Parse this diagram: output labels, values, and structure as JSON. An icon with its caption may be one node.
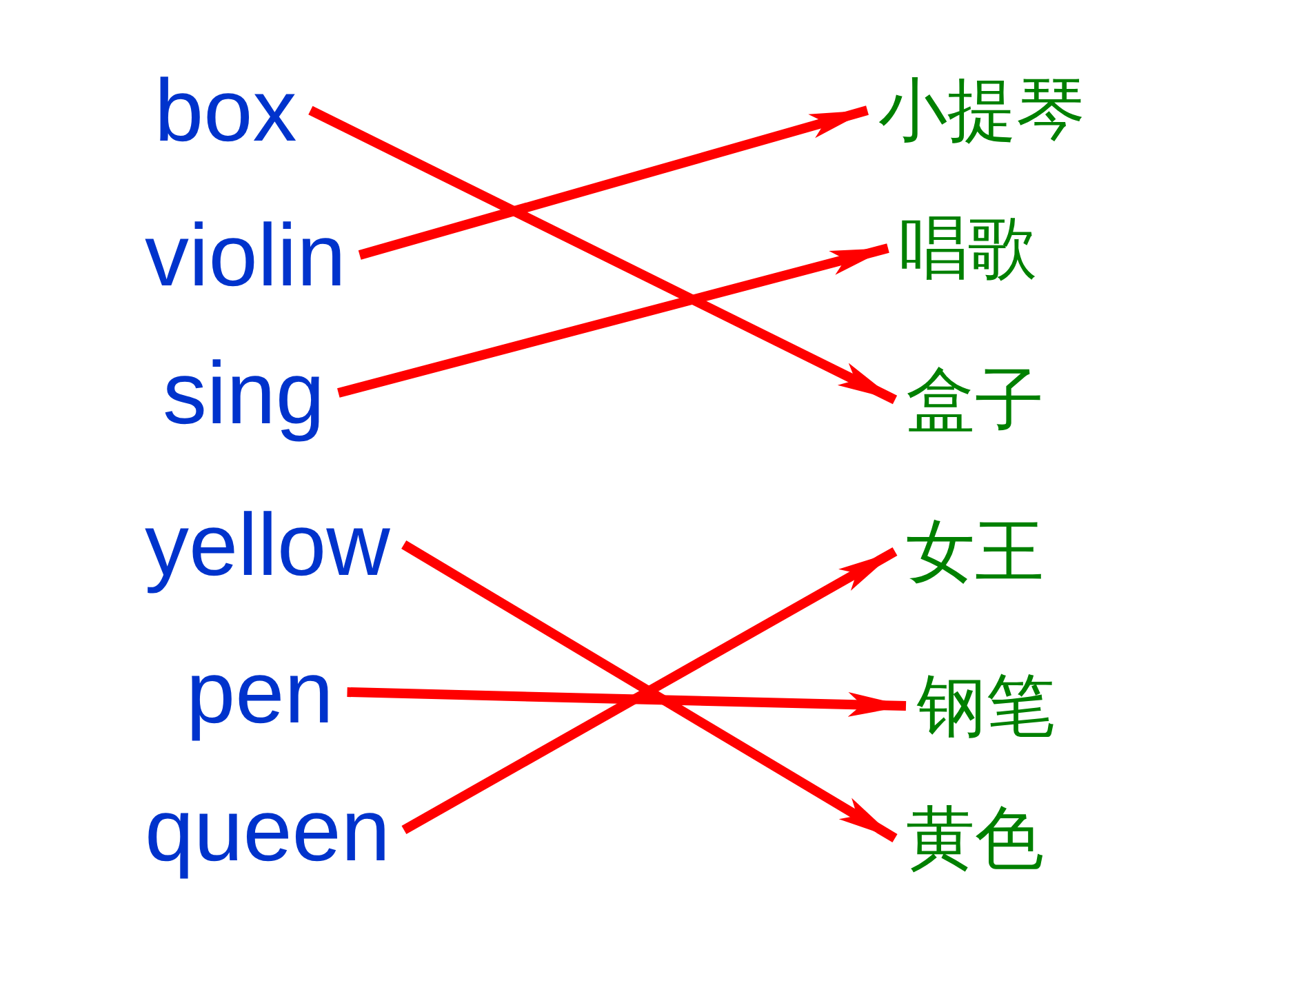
{
  "diagram": {
    "nodes": [
      {
        "text": [
          "box"
        ]
      },
      {
        "text": [
          "violin"
        ]
      },
      {
        "text": [
          "sing"
        ]
      },
      {
        "text": [
          "yellow"
        ]
      },
      {
        "text": [
          "pen"
        ]
      },
      {
        "text": [
          "queen"
        ]
      },
      {
        "text": [
          "小提琴"
        ]
      },
      {
        "text": [
          "唱歌"
        ]
      },
      {
        "text": [
          "盒子"
        ]
      },
      {
        "text": [
          "女王"
        ]
      },
      {
        "text": [
          "钢笔"
        ]
      },
      {
        "text": [
          "黄色"
        ]
      }
    ],
    "edges": [
      {
        "from": 0,
        "to": 8,
        "arrow": "to"
      },
      {
        "from": 1,
        "to": 6,
        "arrow": "to"
      },
      {
        "from": 2,
        "to": 7,
        "arrow": "to"
      },
      {
        "from": 3,
        "to": 11,
        "arrow": "to"
      },
      {
        "from": 4,
        "to": 10,
        "arrow": "to"
      },
      {
        "from": 5,
        "to": 9,
        "arrow": "to"
      }
    ]
  }
}
